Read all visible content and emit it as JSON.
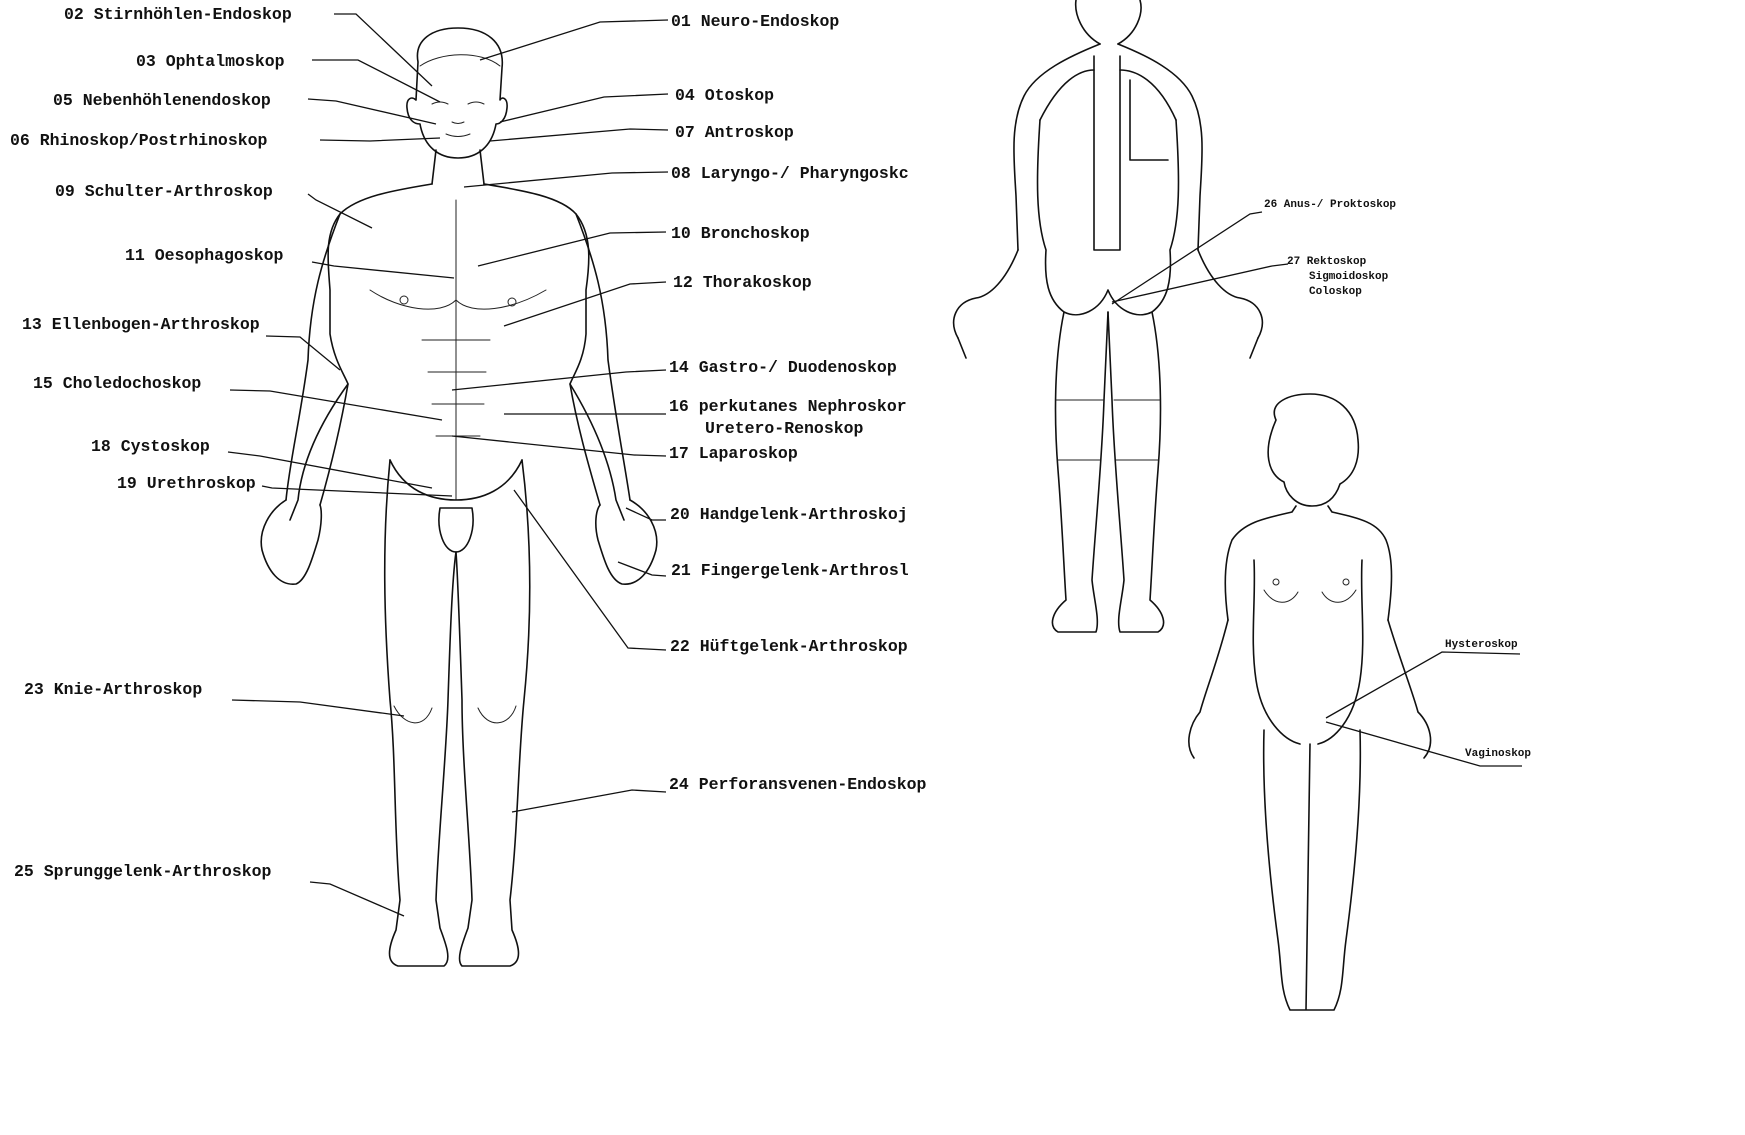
{
  "labels": {
    "l01": "01 Neuro-Endoskop",
    "l02": "02 Stirnhöhlen-Endoskop",
    "l03": "03 Ophtalmoskop",
    "l04": "04 Otoskop",
    "l05": "05 Nebenhöhlenendoskop",
    "l06": "06 Rhinoskop/Postrhinoskop",
    "l07": "07 Antroskop",
    "l08": "08 Laryngo-/ Pharyngoskc",
    "l09": "09 Schulter-Arthroskop",
    "l10": "10 Bronchoskop",
    "l11": "11 Oesophagoskop",
    "l12": "12 Thorakoskop",
    "l13": "13 Ellenbogen-Arthroskop",
    "l14": "14 Gastro-/ Duodenoskop",
    "l15": "15 Choledochoskop",
    "l16a": "16 perkutanes Nephroskor",
    "l16b": "Uretero-Renoskop",
    "l17": "17 Laparoskop",
    "l18": "18 Cystoskop",
    "l19": "19 Urethroskop",
    "l20": "20 Handgelenk-Arthroskoj",
    "l21": "21 Fingergelenk-Arthrosl",
    "l22": "22 Hüftgelenk-Arthroskop",
    "l23": "23 Knie-Arthroskop",
    "l24": "24 Perforansvenen-Endoskop",
    "l25": "25 Sprunggelenk-Arthroskop",
    "l26": "26 Anus-/ Proktoskop",
    "l27a": "27 Rektoskop",
    "l27b": "Sigmoidoskop",
    "l27c": "Coloskop",
    "hystero": "Hysteroskop",
    "vagino": "Vaginoskop"
  }
}
